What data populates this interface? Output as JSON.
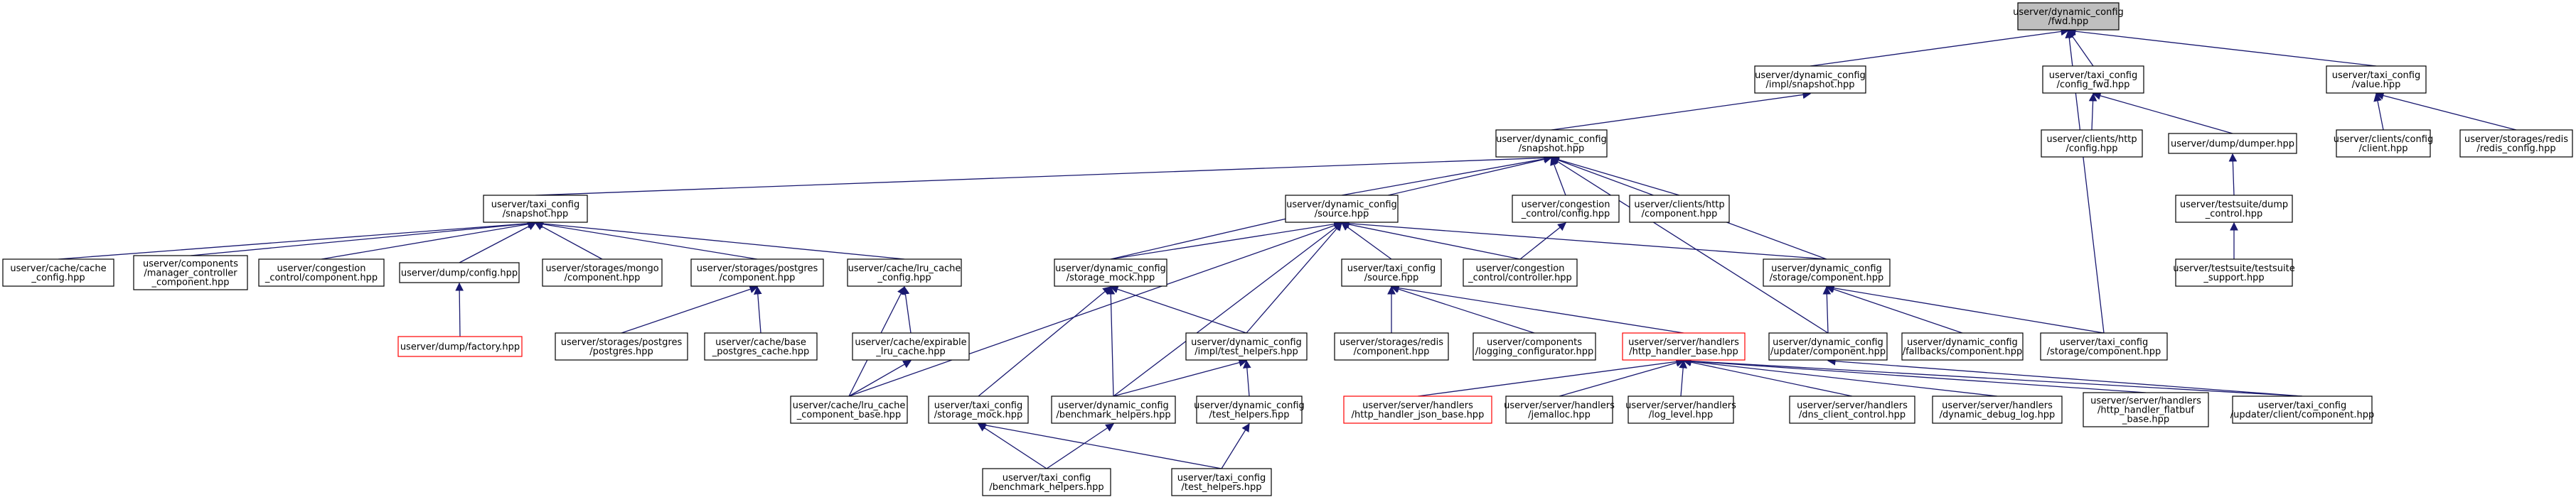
{
  "colors": {
    "edge": "#191970",
    "root_fill": "#bfbfbf",
    "node_border": "#000000",
    "truncated_border": "#ff0000",
    "node_fill": "#ffffff",
    "text": "#000000"
  },
  "nodes": [
    {
      "id": "n0",
      "lines": [
        "userver/dynamic_config",
        "/fwd.hpp"
      ],
      "style": "root"
    },
    {
      "id": "n1",
      "lines": [
        "userver/dynamic_config",
        "/impl/snapshot.hpp"
      ],
      "style": "normal"
    },
    {
      "id": "n2",
      "lines": [
        "userver/taxi_config",
        "/config_fwd.hpp"
      ],
      "style": "normal"
    },
    {
      "id": "n3",
      "lines": [
        "userver/taxi_config",
        "/value.hpp"
      ],
      "style": "normal"
    },
    {
      "id": "n4",
      "lines": [
        "userver/dynamic_config",
        "/snapshot.hpp"
      ],
      "style": "normal"
    },
    {
      "id": "n5",
      "lines": [
        "userver/clients/http",
        "/config.hpp"
      ],
      "style": "normal"
    },
    {
      "id": "n6",
      "lines": [
        "userver/dump/dumper.hpp"
      ],
      "style": "normal"
    },
    {
      "id": "n7",
      "lines": [
        "userver/clients/config",
        "/client.hpp"
      ],
      "style": "normal"
    },
    {
      "id": "n8",
      "lines": [
        "userver/storages/redis",
        "/redis_config.hpp"
      ],
      "style": "normal"
    },
    {
      "id": "n9",
      "lines": [
        "userver/taxi_config",
        "/snapshot.hpp"
      ],
      "style": "normal"
    },
    {
      "id": "n10",
      "lines": [
        "userver/dynamic_config",
        "/source.hpp"
      ],
      "style": "normal"
    },
    {
      "id": "n11",
      "lines": [
        "userver/congestion",
        "_control/config.hpp"
      ],
      "style": "normal"
    },
    {
      "id": "n12",
      "lines": [
        "userver/clients/http",
        "/component.hpp"
      ],
      "style": "normal"
    },
    {
      "id": "n13",
      "lines": [
        "userver/testsuite/dump",
        "_control.hpp"
      ],
      "style": "normal"
    },
    {
      "id": "n14",
      "lines": [
        "userver/cache/cache",
        "_config.hpp"
      ],
      "style": "normal"
    },
    {
      "id": "n15",
      "lines": [
        "userver/components",
        "/manager_controller",
        "_component.hpp"
      ],
      "style": "normal"
    },
    {
      "id": "n16",
      "lines": [
        "userver/congestion",
        "_control/component.hpp"
      ],
      "style": "normal"
    },
    {
      "id": "n17",
      "lines": [
        "userver/dump/config.hpp"
      ],
      "style": "normal"
    },
    {
      "id": "n18",
      "lines": [
        "userver/storages/mongo",
        "/component.hpp"
      ],
      "style": "normal"
    },
    {
      "id": "n19",
      "lines": [
        "userver/storages/postgres",
        "/component.hpp"
      ],
      "style": "normal"
    },
    {
      "id": "n20",
      "lines": [
        "userver/cache/lru_cache",
        "_config.hpp"
      ],
      "style": "normal"
    },
    {
      "id": "n21",
      "lines": [
        "userver/dynamic_config",
        "/storage_mock.hpp"
      ],
      "style": "normal"
    },
    {
      "id": "n22",
      "lines": [
        "userver/taxi_config",
        "/source.hpp"
      ],
      "style": "normal"
    },
    {
      "id": "n23",
      "lines": [
        "userver/congestion",
        "_control/controller.hpp"
      ],
      "style": "normal"
    },
    {
      "id": "n24",
      "lines": [
        "userver/dynamic_config",
        "/storage/component.hpp"
      ],
      "style": "normal"
    },
    {
      "id": "n25",
      "lines": [
        "userver/testsuite/testsuite",
        "_support.hpp"
      ],
      "style": "normal"
    },
    {
      "id": "n26",
      "lines": [
        "userver/dump/factory.hpp"
      ],
      "style": "truncated"
    },
    {
      "id": "n27",
      "lines": [
        "userver/storages/postgres",
        "/postgres.hpp"
      ],
      "style": "normal"
    },
    {
      "id": "n28",
      "lines": [
        "userver/cache/base",
        "_postgres_cache.hpp"
      ],
      "style": "normal"
    },
    {
      "id": "n29",
      "lines": [
        "userver/cache/expirable",
        "_lru_cache.hpp"
      ],
      "style": "normal"
    },
    {
      "id": "n30",
      "lines": [
        "userver/dynamic_config",
        "/impl/test_helpers.hpp"
      ],
      "style": "normal"
    },
    {
      "id": "n31",
      "lines": [
        "userver/storages/redis",
        "/component.hpp"
      ],
      "style": "normal"
    },
    {
      "id": "n32",
      "lines": [
        "userver/components",
        "/logging_configurator.hpp"
      ],
      "style": "normal"
    },
    {
      "id": "n33",
      "lines": [
        "userver/server/handlers",
        "/http_handler_base.hpp"
      ],
      "style": "truncated"
    },
    {
      "id": "n34",
      "lines": [
        "userver/dynamic_config",
        "/updater/component.hpp"
      ],
      "style": "normal"
    },
    {
      "id": "n35",
      "lines": [
        "userver/dynamic_config",
        "/fallbacks/component.hpp"
      ],
      "style": "normal"
    },
    {
      "id": "n36",
      "lines": [
        "userver/taxi_config",
        "/storage/component.hpp"
      ],
      "style": "normal"
    },
    {
      "id": "n37",
      "lines": [
        "userver/cache/lru_cache",
        "_component_base.hpp"
      ],
      "style": "normal"
    },
    {
      "id": "n38",
      "lines": [
        "userver/taxi_config",
        "/storage_mock.hpp"
      ],
      "style": "normal"
    },
    {
      "id": "n39",
      "lines": [
        "userver/dynamic_config",
        "/benchmark_helpers.hpp"
      ],
      "style": "normal"
    },
    {
      "id": "n40",
      "lines": [
        "userver/dynamic_config",
        "/test_helpers.hpp"
      ],
      "style": "normal"
    },
    {
      "id": "n41",
      "lines": [
        "userver/server/handlers",
        "/http_handler_json_base.hpp"
      ],
      "style": "truncated"
    },
    {
      "id": "n42",
      "lines": [
        "userver/server/handlers",
        "/jemalloc.hpp"
      ],
      "style": "normal"
    },
    {
      "id": "n43",
      "lines": [
        "userver/server/handlers",
        "/log_level.hpp"
      ],
      "style": "normal"
    },
    {
      "id": "n44",
      "lines": [
        "userver/server/handlers",
        "/dns_client_control.hpp"
      ],
      "style": "normal"
    },
    {
      "id": "n45",
      "lines": [
        "userver/server/handlers",
        "/dynamic_debug_log.hpp"
      ],
      "style": "normal"
    },
    {
      "id": "n46",
      "lines": [
        "userver/server/handlers",
        "/http_handler_flatbuf",
        "_base.hpp"
      ],
      "style": "normal"
    },
    {
      "id": "n47",
      "lines": [
        "userver/taxi_config",
        "/updater/client/component.hpp"
      ],
      "style": "normal"
    },
    {
      "id": "n48",
      "lines": [
        "userver/taxi_config",
        "/benchmark_helpers.hpp"
      ],
      "style": "normal"
    },
    {
      "id": "n49",
      "lines": [
        "userver/taxi_config",
        "/test_helpers.hpp"
      ],
      "style": "normal"
    }
  ],
  "edges": [
    [
      "n1",
      "n0"
    ],
    [
      "n2",
      "n0"
    ],
    [
      "n3",
      "n0"
    ],
    [
      "n36",
      "n0"
    ],
    [
      "n4",
      "n1"
    ],
    [
      "n5",
      "n2"
    ],
    [
      "n6",
      "n2"
    ],
    [
      "n7",
      "n3"
    ],
    [
      "n8",
      "n3"
    ],
    [
      "n9",
      "n4"
    ],
    [
      "n10",
      "n4"
    ],
    [
      "n11",
      "n4"
    ],
    [
      "n12",
      "n4"
    ],
    [
      "n21",
      "n4"
    ],
    [
      "n24",
      "n4"
    ],
    [
      "n34",
      "n4"
    ],
    [
      "n13",
      "n6"
    ],
    [
      "n25",
      "n13"
    ],
    [
      "n14",
      "n9"
    ],
    [
      "n15",
      "n9"
    ],
    [
      "n16",
      "n9"
    ],
    [
      "n17",
      "n9"
    ],
    [
      "n18",
      "n9"
    ],
    [
      "n19",
      "n9"
    ],
    [
      "n20",
      "n9"
    ],
    [
      "n21",
      "n10"
    ],
    [
      "n22",
      "n10"
    ],
    [
      "n23",
      "n10"
    ],
    [
      "n24",
      "n10"
    ],
    [
      "n30",
      "n10"
    ],
    [
      "n37",
      "n10"
    ],
    [
      "n39",
      "n10"
    ],
    [
      "n23",
      "n11"
    ],
    [
      "n26",
      "n17"
    ],
    [
      "n27",
      "n19"
    ],
    [
      "n28",
      "n19"
    ],
    [
      "n29",
      "n20"
    ],
    [
      "n37",
      "n20"
    ],
    [
      "n37",
      "n29"
    ],
    [
      "n30",
      "n21"
    ],
    [
      "n38",
      "n21"
    ],
    [
      "n39",
      "n21"
    ],
    [
      "n31",
      "n22"
    ],
    [
      "n32",
      "n22"
    ],
    [
      "n33",
      "n22"
    ],
    [
      "n34",
      "n24"
    ],
    [
      "n35",
      "n24"
    ],
    [
      "n36",
      "n24"
    ],
    [
      "n39",
      "n30"
    ],
    [
      "n40",
      "n30"
    ],
    [
      "n41",
      "n33"
    ],
    [
      "n42",
      "n33"
    ],
    [
      "n43",
      "n33"
    ],
    [
      "n44",
      "n33"
    ],
    [
      "n45",
      "n33"
    ],
    [
      "n46",
      "n33"
    ],
    [
      "n47",
      "n33"
    ],
    [
      "n47",
      "n34"
    ],
    [
      "n48",
      "n38"
    ],
    [
      "n49",
      "n38"
    ],
    [
      "n48",
      "n39"
    ],
    [
      "n49",
      "n40"
    ]
  ]
}
